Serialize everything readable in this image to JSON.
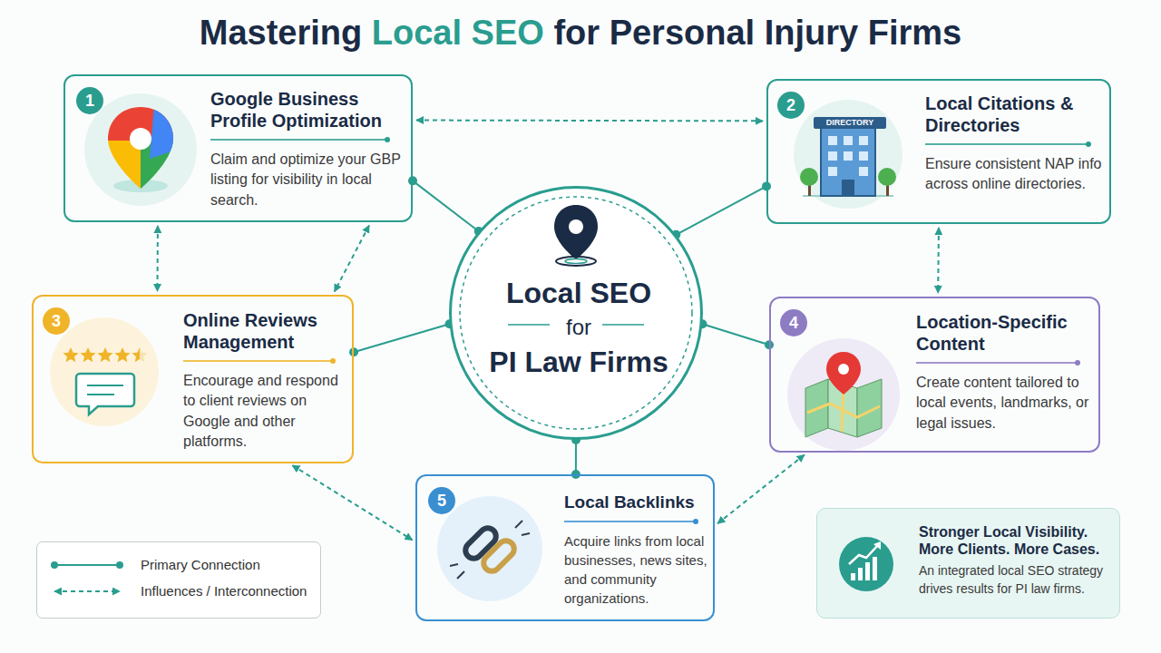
{
  "diagram": {
    "title": "Mastering Local SEO for Personal Injury Firms",
    "nodes": [
      {
        "text": [
          "1",
          "Google Business Profile Optimization",
          "Claim and optimize your GBP listing for visibility in local search."
        ]
      },
      {
        "text": [
          "2",
          "Local Citations & Directories",
          "Ensure consistent NAP info across online directories.",
          "DIRECTORY"
        ]
      },
      {
        "text": [
          "Local SEO for PI Law Firms"
        ]
      },
      {
        "text": [
          "3",
          "Online Reviews Management",
          "Encourage and respond to client reviews on Google and other platforms."
        ]
      },
      {
        "text": [
          "4",
          "Location-Specific Content",
          "Create content tailored to local events, landmarks, or legal issues."
        ]
      },
      {
        "text": [
          "5",
          "Local Backlinks",
          "Acquire links from local businesses, news sites, and community organizations."
        ]
      },
      {
        "text": [
          "Stronger Local Visibility. More Clients. More Cases.",
          "An integrated local SEO strategy drives results for PI law firms."
        ]
      }
    ],
    "edges": [
      {
        "from": 2,
        "to": 0,
        "arrow": "none"
      },
      {
        "from": 2,
        "to": 1,
        "arrow": "none"
      },
      {
        "from": 2,
        "to": 3,
        "arrow": "none"
      },
      {
        "from": 2,
        "to": 4,
        "arrow": "none"
      },
      {
        "from": 2,
        "to": 5,
        "arrow": "none"
      },
      {
        "from": 0,
        "to": 1,
        "arrow": "both"
      },
      {
        "from": 0,
        "to": 3,
        "arrow": "both"
      },
      {
        "from": 0,
        "to": 3,
        "arrow": "both"
      },
      {
        "from": 1,
        "to": 4,
        "arrow": "both"
      },
      {
        "from": 3,
        "to": 5,
        "arrow": "both"
      },
      {
        "from": 4,
        "to": 5,
        "arrow": "both"
      }
    ],
    "legend": [
      {
        "text": "Primary Connection"
      },
      {
        "text": "Influences / Interconnection"
      }
    ]
  }
}
